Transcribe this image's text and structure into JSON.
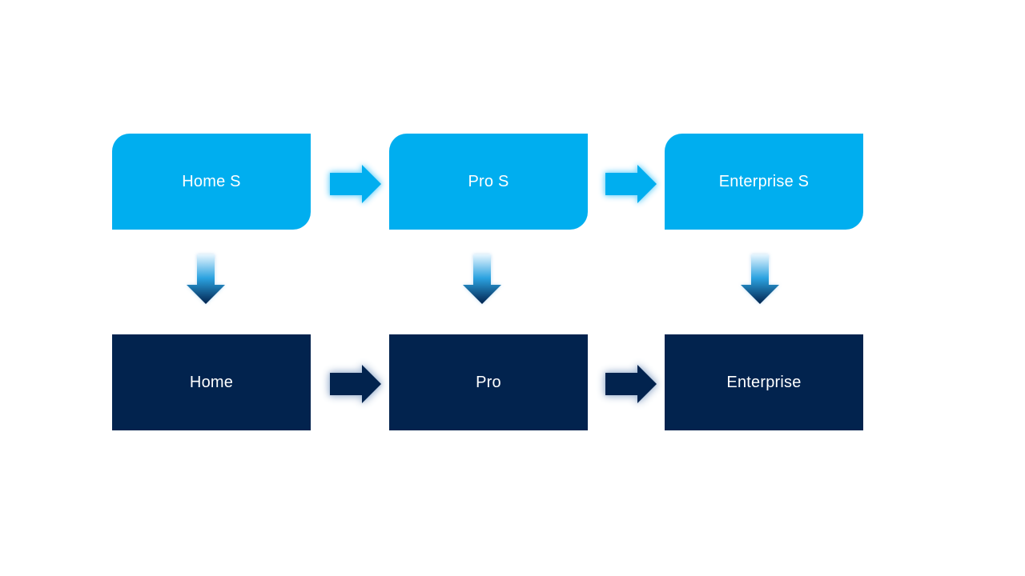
{
  "diagram": {
    "columns": [
      {
        "top": {
          "label": "Home S"
        },
        "bottom": {
          "label": "Home"
        }
      },
      {
        "top": {
          "label": "Pro S"
        },
        "bottom": {
          "label": "Pro"
        }
      },
      {
        "top": {
          "label": "Enterprise S"
        },
        "bottom": {
          "label": "Enterprise"
        }
      }
    ],
    "arrows": {
      "horizontal_top_style": "light-blue-right-arrow-with-glow",
      "horizontal_bottom_style": "dark-navy-right-arrow-with-glow",
      "vertical_style": "gradient-down-arrow"
    },
    "colors": {
      "background": "#FFFFFF",
      "top_box_fill": "#00AEEF",
      "bottom_box_fill": "#02234E",
      "label_text": "#FFFFFF",
      "light_arrow_fill": "#00AEEF",
      "light_arrow_glow": "#8FDCFB",
      "dark_arrow_fill": "#02234E",
      "dark_arrow_glow": "#AEC0D8",
      "down_arrow_gradient_top": "#E8F6FE",
      "down_arrow_gradient_mid": "#2BA2E0",
      "down_arrow_gradient_bottom": "#02234E"
    }
  }
}
